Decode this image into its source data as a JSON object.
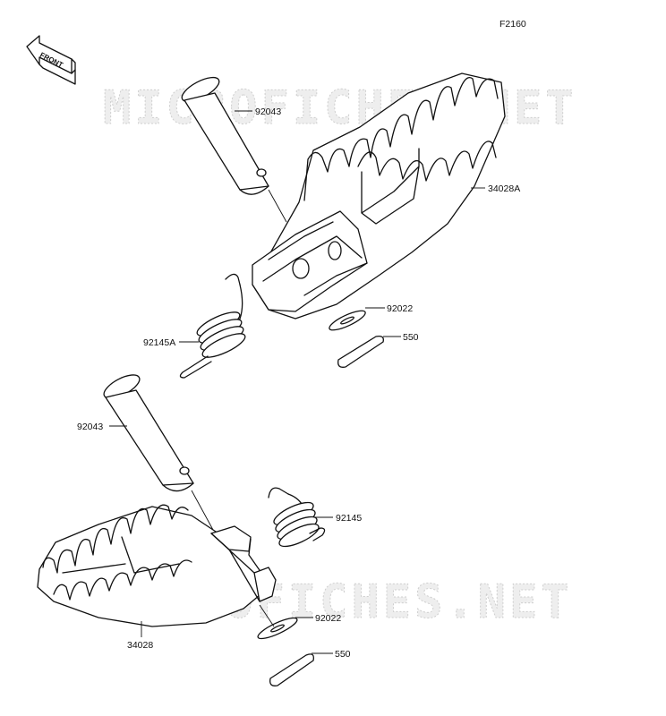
{
  "figure_code": "F2160",
  "direction_indicator": "FRONT",
  "watermark": "MICROFICHES.NET",
  "callouts": {
    "pin_upper": "92043",
    "footpeg_right": "34028A",
    "washer_upper": "92022",
    "cotter_upper": "550",
    "spring_upper": "92145A",
    "pin_lower": "92043",
    "spring_lower": "92145",
    "washer_lower": "92022",
    "cotter_lower": "550",
    "footpeg_left": "34028"
  }
}
